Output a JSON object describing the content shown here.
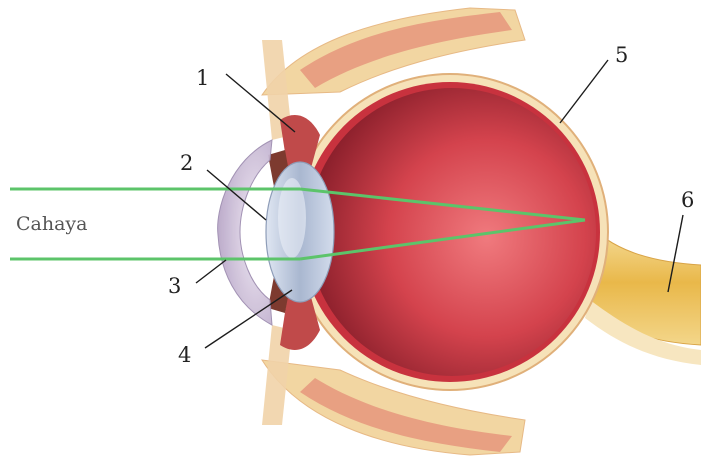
{
  "diagram": {
    "light_label": "Cahaya",
    "labels": [
      {
        "id": "label-1",
        "text": "1"
      },
      {
        "id": "label-2",
        "text": "2"
      },
      {
        "id": "label-3",
        "text": "3"
      },
      {
        "id": "label-4",
        "text": "4"
      },
      {
        "id": "label-5",
        "text": "5"
      },
      {
        "id": "label-6",
        "text": "6"
      }
    ],
    "colors": {
      "light_ray": "#5cc46a",
      "vitreous": "#d8444e",
      "sclera": "#f3d9a8",
      "optic_nerve": "#f0c862",
      "lens": "#b7c6dd",
      "muscle": "#e08a70"
    }
  }
}
